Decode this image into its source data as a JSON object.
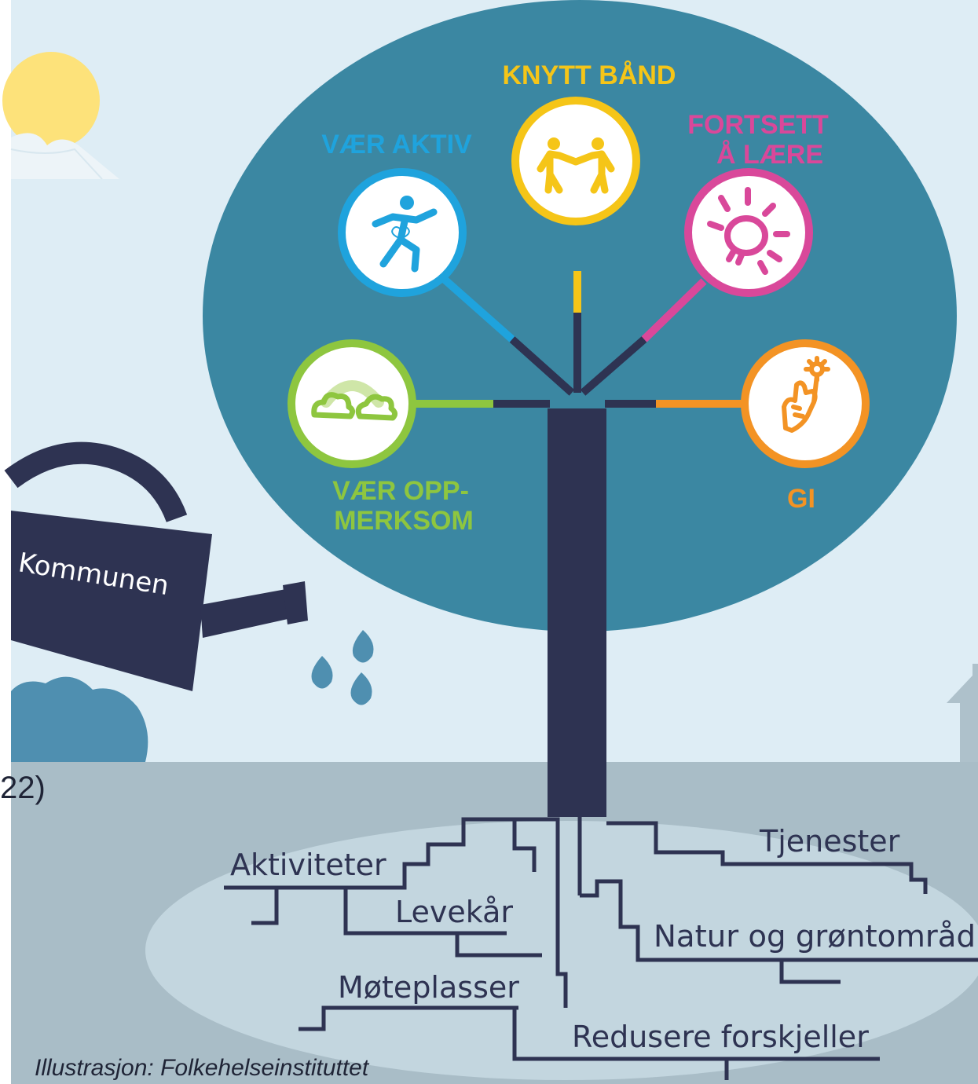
{
  "colors": {
    "sky": "#deedf5",
    "ground": "#a9bdc7",
    "root_area": "#c3d6df",
    "canopy": "#3b87a2",
    "trunk": "#2e3352",
    "sun": "#fde27a",
    "blue_accent": "#1fa3dd",
    "yellow_accent": "#f5c518",
    "pink_accent": "#d9489a",
    "green_accent": "#8ec63f",
    "orange_accent": "#f39324",
    "raindrop": "#4f8fb0"
  },
  "branches": {
    "knytt_band": {
      "label": "KNYTT BÅND",
      "icon": "people-holding-hands-icon"
    },
    "vaer_aktiv": {
      "label": "VÆR AKTIV",
      "icon": "running-person-icon"
    },
    "fortsett": {
      "line1": "FORTSETT",
      "line2": "Å LÆRE",
      "icon": "light-bulb-icon"
    },
    "vaer_opp": {
      "line1": "VÆR OPP-",
      "line2": "MERKSOM",
      "icon": "clouds-rainbow-icon"
    },
    "gi": {
      "label": "GI",
      "icon": "hand-giving-flower-icon"
    }
  },
  "watering_can": {
    "label": "Kommunen"
  },
  "roots": {
    "aktiviteter": "Aktiviteter",
    "levekar": "Levekår",
    "moteplasser": "Møteplasser",
    "tjenester": "Tjenester",
    "natur": "Natur og grøntområd",
    "redusere": "Redusere forskjeller"
  },
  "cutoff_text": "22)",
  "credit": "Illustrasjon: Folkehelseinstituttet"
}
